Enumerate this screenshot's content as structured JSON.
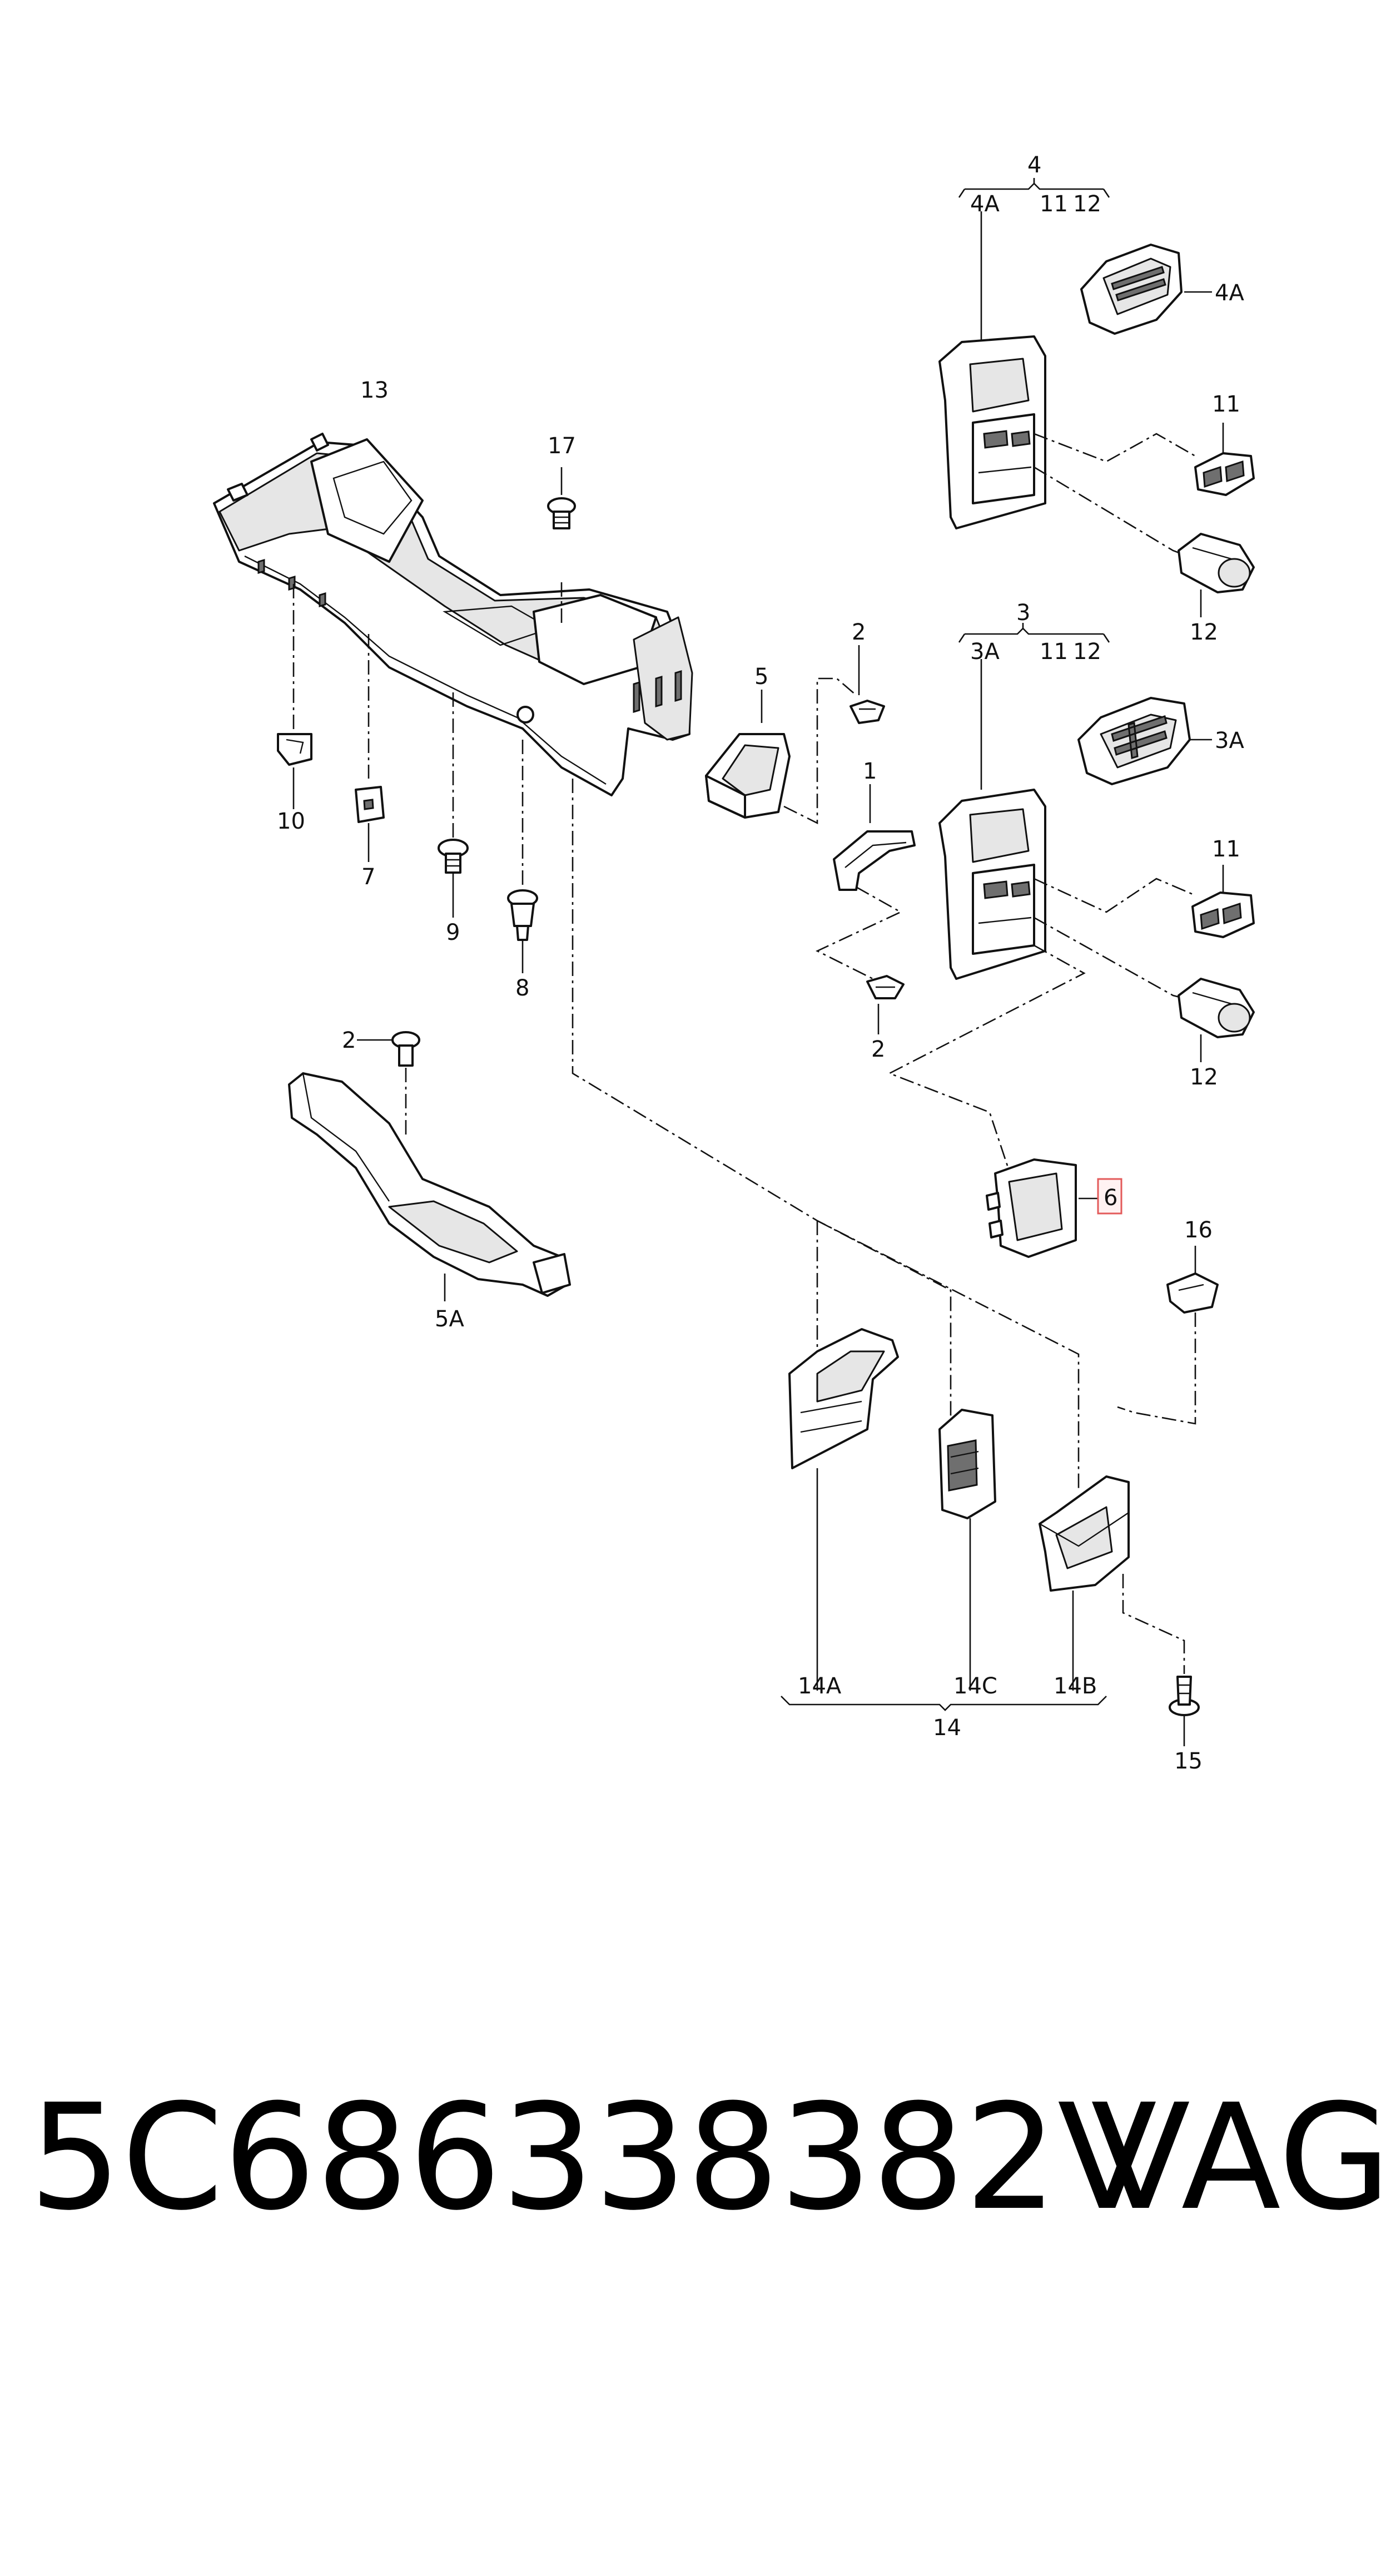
{
  "callouts": {
    "c13": "13",
    "c17": "17",
    "c10": "10",
    "c7": "7",
    "c9": "9",
    "c8": "8",
    "c2a": "2",
    "c2b": "2",
    "c2c": "2",
    "c5": "5",
    "c5A": "5A",
    "c1": "1",
    "c4": "4",
    "c4A_top": "4A",
    "c11_top4": "11",
    "c12_top4": "12",
    "c4A": "4A",
    "c11a": "11",
    "c12a": "12",
    "c3": "3",
    "c3A_top": "3A",
    "c11_top3": "11",
    "c12_top3": "12",
    "c3A": "3A",
    "c11b": "11",
    "c12b": "12",
    "c6": "6",
    "c16": "16",
    "c15": "15",
    "c14": "14",
    "c14A": "14A",
    "c14C": "14C",
    "c14B": "14B"
  },
  "footer": {
    "part_number": "5C686338382V",
    "brand": "VAG"
  },
  "colors": {
    "highlight_border": "#e35a5a",
    "highlight_fill": "#fff2f2",
    "line": "#111111"
  }
}
